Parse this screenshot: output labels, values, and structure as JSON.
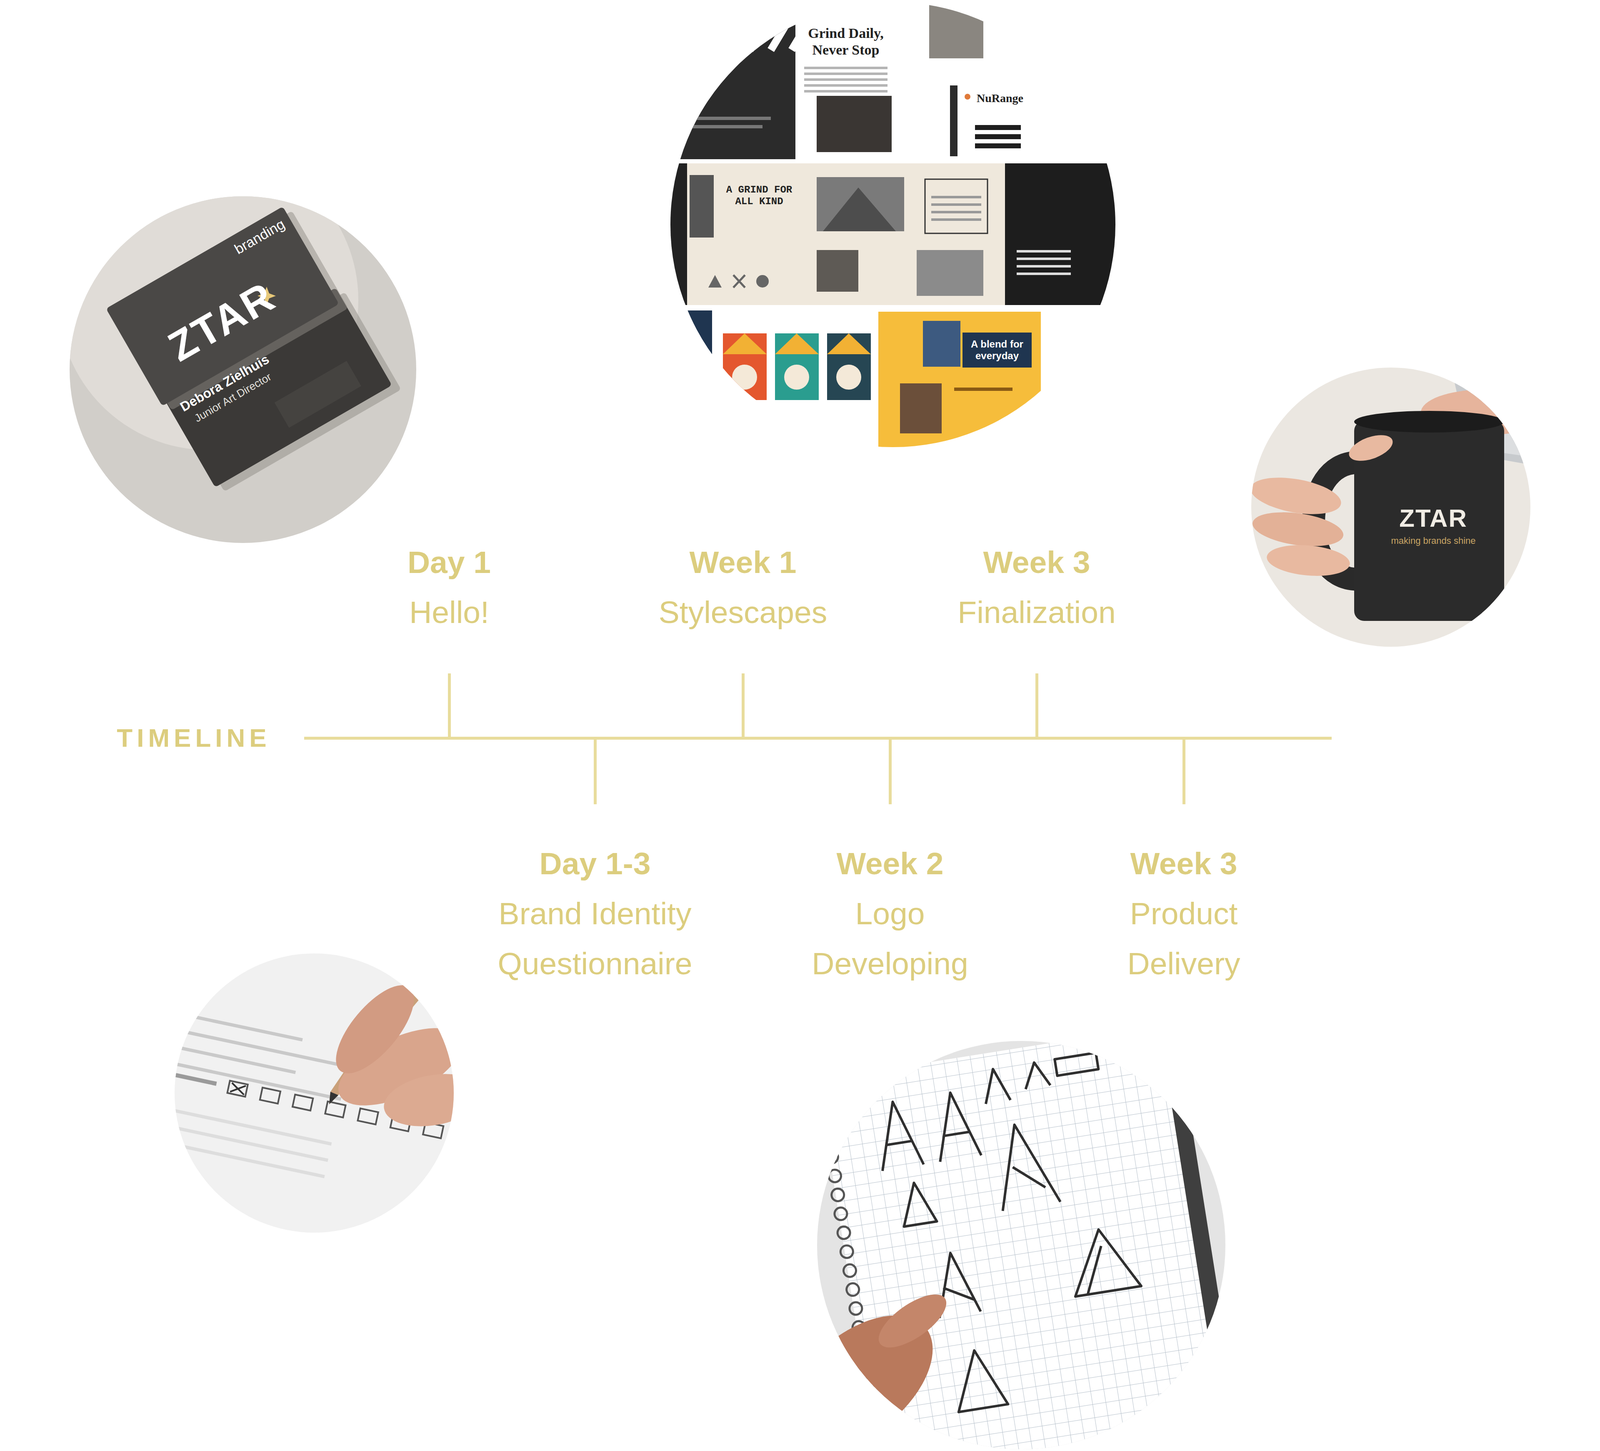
{
  "diagram": {
    "nodes": [
      {
        "text": [
          "Day 1",
          "Hello!"
        ]
      },
      {
        "text": [
          "Week 1",
          "Stylescapes"
        ]
      },
      {
        "text": [
          "Week 3",
          "Finalization"
        ]
      },
      {
        "text": [
          "Day 1-3",
          "Brand Identity Questionnaire"
        ]
      },
      {
        "text": [
          "Week 2",
          "Logo Developing"
        ]
      },
      {
        "text": [
          "Week 3",
          "Product Delivery"
        ]
      }
    ],
    "labels": [
      "TIMELINE",
      "branding",
      "ZTAR",
      "Debora Zielhuis",
      "Junior Art Director",
      "Grind Daily, Never Stop",
      "NuRange",
      "A GRIND FOR ALL KIND",
      "A blend for everyday",
      "ZTAR",
      "making brands shine"
    ]
  }
}
